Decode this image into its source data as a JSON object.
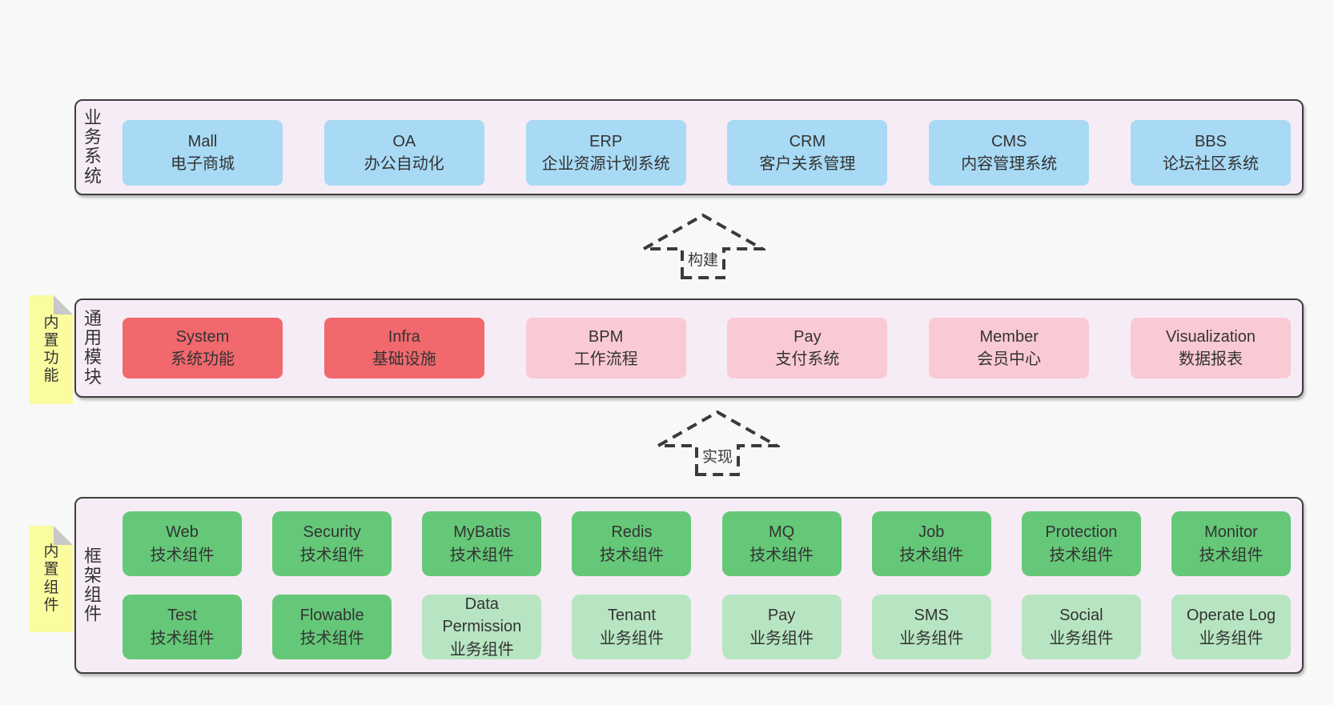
{
  "colors": {
    "page_background": "#f8f8f8",
    "container_background": "#f6ecf5",
    "container_border": "#3e3e3e",
    "blue_box": "#a8daf5",
    "red_box": "#f1686d",
    "pink_box": "#facad4",
    "green_box": "#65c878",
    "light_green_box": "#b8e5c1",
    "note_yellow": "#fbfb9f",
    "note_fold_gray": "#c8c8c8",
    "text": "#333333",
    "arrow_dash": "#3a3a3a"
  },
  "arrows": {
    "build": "构建",
    "implement": "实现"
  },
  "layers": {
    "business": {
      "label": "业务系统",
      "boxes": [
        {
          "en": "Mall",
          "cn": "电子商城"
        },
        {
          "en": "OA",
          "cn": "办公自动化"
        },
        {
          "en": "ERP",
          "cn": "企业资源计划系统"
        },
        {
          "en": "CRM",
          "cn": "客户关系管理"
        },
        {
          "en": "CMS",
          "cn": "内容管理系统"
        },
        {
          "en": "BBS",
          "cn": "论坛社区系统"
        }
      ]
    },
    "modules": {
      "label": "通用模块",
      "note": "内置功能",
      "boxes": [
        {
          "en": "System",
          "cn": "系统功能"
        },
        {
          "en": "Infra",
          "cn": "基础设施"
        },
        {
          "en": "BPM",
          "cn": "工作流程"
        },
        {
          "en": "Pay",
          "cn": "支付系统"
        },
        {
          "en": "Member",
          "cn": "会员中心"
        },
        {
          "en": "Visualization",
          "cn": "数据报表"
        }
      ]
    },
    "components": {
      "label": "框架组件",
      "note": "内置组件",
      "row1": [
        {
          "en": "Web",
          "cn": "技术组件"
        },
        {
          "en": "Security",
          "cn": "技术组件"
        },
        {
          "en": "MyBatis",
          "cn": "技术组件"
        },
        {
          "en": "Redis",
          "cn": "技术组件"
        },
        {
          "en": "MQ",
          "cn": "技术组件"
        },
        {
          "en": "Job",
          "cn": "技术组件"
        },
        {
          "en": "Protection",
          "cn": "技术组件"
        },
        {
          "en": "Monitor",
          "cn": "技术组件"
        }
      ],
      "row2": [
        {
          "en": "Test",
          "cn": "技术组件"
        },
        {
          "en": "Flowable",
          "cn": "技术组件"
        },
        {
          "en": "Data Permission",
          "cn": "业务组件"
        },
        {
          "en": "Tenant",
          "cn": "业务组件"
        },
        {
          "en": "Pay",
          "cn": "业务组件"
        },
        {
          "en": "SMS",
          "cn": "业务组件"
        },
        {
          "en": "Social",
          "cn": "业务组件"
        },
        {
          "en": "Operate Log",
          "cn": "业务组件"
        }
      ]
    }
  }
}
